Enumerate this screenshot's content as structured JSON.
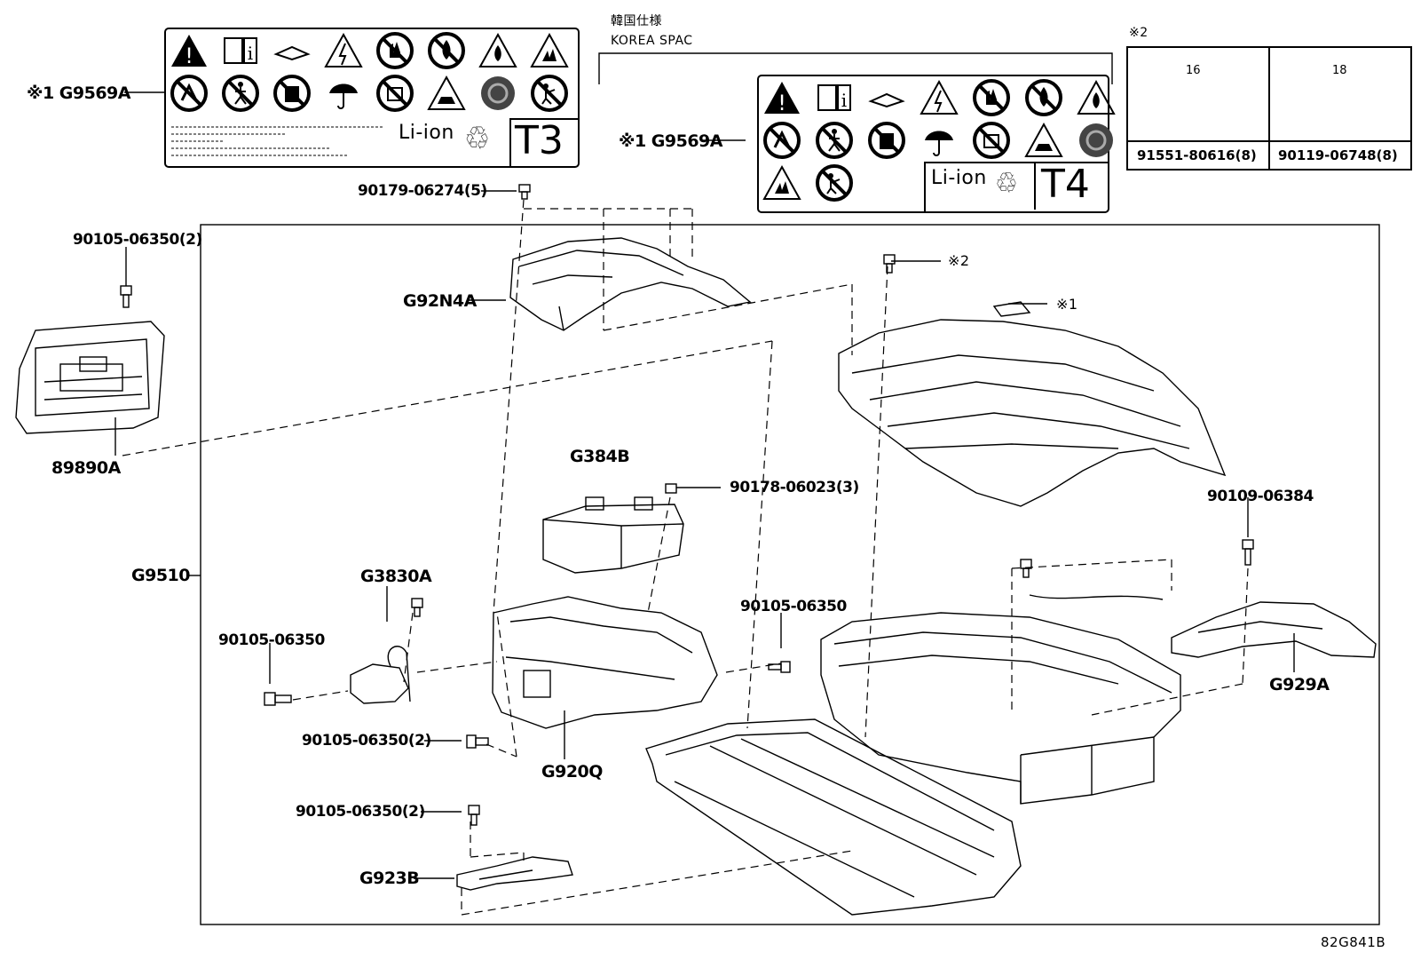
{
  "warning_label_main": {
    "ref": "※1 G9569A",
    "text": "Li-ion",
    "code": "T3",
    "icons_row1": [
      "warning-triangle-icon",
      "read-manual-icon",
      "manual-book-icon",
      "high-voltage-icon",
      "no-touch-icon",
      "no-fire-icon",
      "flammable-icon",
      "explosion-icon"
    ],
    "icons_row2": [
      "no-disassemble-icon",
      "no-step-icon",
      "no-immerse-icon",
      "keep-dry-icon",
      "no-short-icon",
      "corrosive-icon",
      "recycle-disc-icon",
      "no-children-icon"
    ]
  },
  "korea_spec": {
    "title_jp": "韓国仕様",
    "title_en": "KOREA SPAC",
    "ref": "※1 G9569A",
    "text": "Li-ion",
    "code": "T4"
  },
  "bolt_table": {
    "marker": "※2",
    "bolts": [
      {
        "dimension": "16",
        "part": "91551-80616(8)"
      },
      {
        "dimension": "18",
        "part": "90119-06748(8)"
      }
    ]
  },
  "parts": {
    "p90179": "90179-06274(5)",
    "p90105_2a": "90105-06350(2)",
    "g92n4a": "G92N4A",
    "ref2": "※2",
    "ref1": "※1",
    "p89890a": "89890A",
    "g384b": "G384B",
    "p90178": "90178-06023(3)",
    "p90109": "90109-06384",
    "g9510": "G9510",
    "g3830a": "G3830A",
    "p90105_mid": "90105-06350",
    "p90105_left": "90105-06350",
    "p90105_2b": "90105-06350(2)",
    "g920q": "G920Q",
    "g929a": "G929A",
    "p90105_2c": "90105-06350(2)",
    "g923b": "G923B"
  },
  "diagram_code": "82G841B"
}
